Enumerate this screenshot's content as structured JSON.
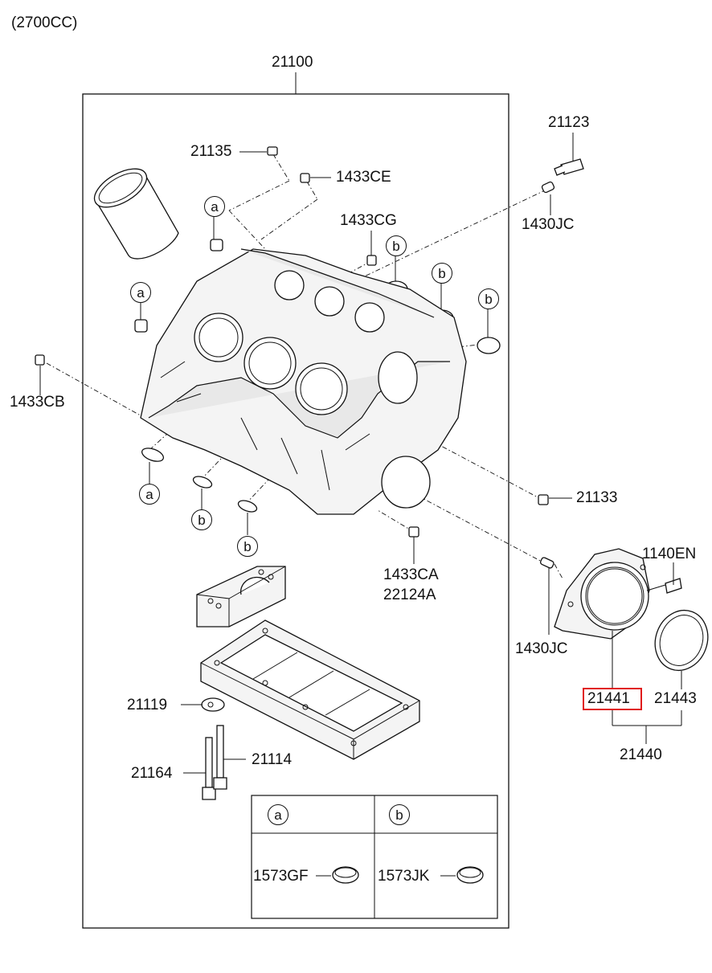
{
  "header": {
    "engine_label": "(2700CC)"
  },
  "parts": {
    "p21100": "21100",
    "p21135": "21135",
    "p1433CE": "1433CE",
    "p1433CG": "1433CG",
    "p21123": "21123",
    "p1430JC_top": "1430JC",
    "p1433CB": "1433CB",
    "p21133": "21133",
    "p1433CA": "1433CA",
    "p22124A": "22124A",
    "p1140EN": "1140EN",
    "p1430JC_bottom": "1430JC",
    "p21441": "21441",
    "p21443": "21443",
    "p21440": "21440",
    "p21119": "21119",
    "p21164": "21164",
    "p21114": "21114"
  },
  "callouts": {
    "a": "a",
    "b": "b"
  },
  "legend": {
    "col_a_header": "a",
    "col_b_header": "b",
    "col_a_part": "1573GF",
    "col_b_part": "1573JK"
  },
  "highlight": {
    "part": "21441",
    "color": "#e01b1b"
  },
  "icons": [
    "cylinder-liner-icon",
    "engine-block-icon",
    "bearing-cap-icon",
    "ladder-frame-icon",
    "rear-oil-seal-case-icon",
    "oil-seal-icon",
    "bolt-icon",
    "dowel-pin-icon",
    "plug-icon",
    "o-ring-icon"
  ]
}
